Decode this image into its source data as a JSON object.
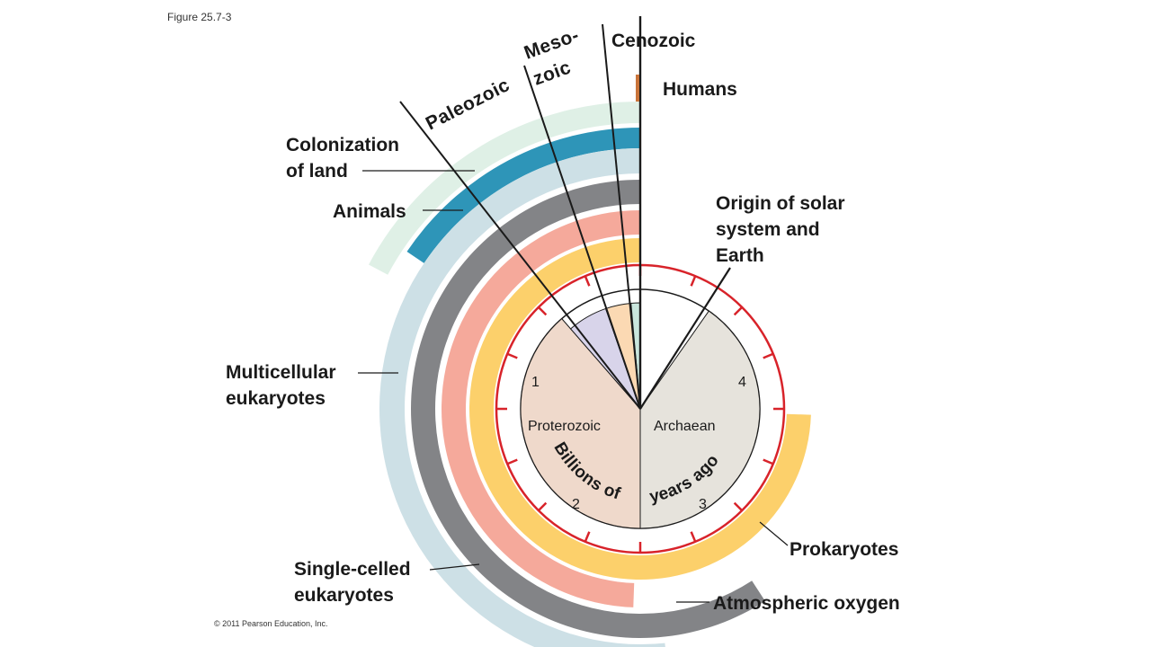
{
  "figure_label": "Figure 25.7-3",
  "copyright": "© 2011 Pearson Education, Inc.",
  "eras": {
    "paleozoic": "Paleozoic",
    "mesozoic_line1": "Meso-",
    "mesozoic_line2": "zoic",
    "cenozoic": "Cenozoic"
  },
  "labels": {
    "humans": "Humans",
    "colonization_line1": "Colonization",
    "colonization_line2": "of land",
    "animals": "Animals",
    "origin_line1": "Origin of solar",
    "origin_line2": "system and",
    "origin_line3": "Earth",
    "multicellular_line1": "Multicellular",
    "multicellular_line2": "eukaryotes",
    "single_celled_line1": "Single-celled",
    "single_celled_line2": "eukaryotes",
    "prokaryotes": "Prokaryotes",
    "atmospheric_oxygen": "Atmospheric oxygen"
  },
  "inner": {
    "proterozoic": "Proterozoic",
    "archaean": "Archaean",
    "billions_of": "Billions of",
    "years_ago": "years ago",
    "tick_1": "1",
    "tick_2": "2",
    "tick_3": "3",
    "tick_4": "4"
  },
  "colors": {
    "colonization": "#dff0e6",
    "animals": "#2e95b8",
    "multicellular": "#cde0e6",
    "single_celled": "#838487",
    "atmospheric_oxygen": "#f5a99b",
    "prokaryotes": "#fcd06b",
    "clock_ring": "#d8232a",
    "proterozoic_wedge": "#efd9cb",
    "archaean_wedge": "#e6e3dc",
    "paleozoic_wedge": "#d8d4ea",
    "mesozoic_wedge": "#fbd9b3",
    "cenozoic_wedge": "#c9e6dd",
    "humans_mark": "#c9743a"
  }
}
